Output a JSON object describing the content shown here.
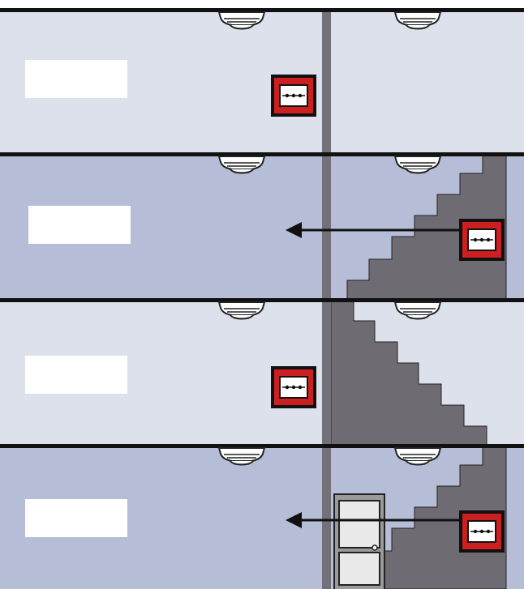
{
  "diagram": {
    "type": "building-section",
    "floors": [
      {
        "id": "floor-1",
        "label": "",
        "shade": "light",
        "call_point": "room",
        "evacuation_arrow": false
      },
      {
        "id": "floor-2",
        "label": "",
        "shade": "dark",
        "call_point": "stairwell",
        "evacuation_arrow": true
      },
      {
        "id": "floor-3",
        "label": "",
        "shade": "light",
        "call_point": "room",
        "evacuation_arrow": false
      },
      {
        "id": "floor-4",
        "label": "",
        "shade": "dark",
        "call_point": "stairwell",
        "evacuation_arrow": true
      }
    ],
    "devices": {
      "ceiling_detector": "smoke-detector-icon",
      "manual_call_point": "manual-call-point-icon",
      "door": "door-icon"
    },
    "colors": {
      "floor_light": "#dde1ec",
      "floor_dark": "#b6bdd6",
      "stair": "#6e6b72",
      "slab": "#111111",
      "call_point_red": "#cc1f1f",
      "label_box": "#ffffff"
    }
  }
}
